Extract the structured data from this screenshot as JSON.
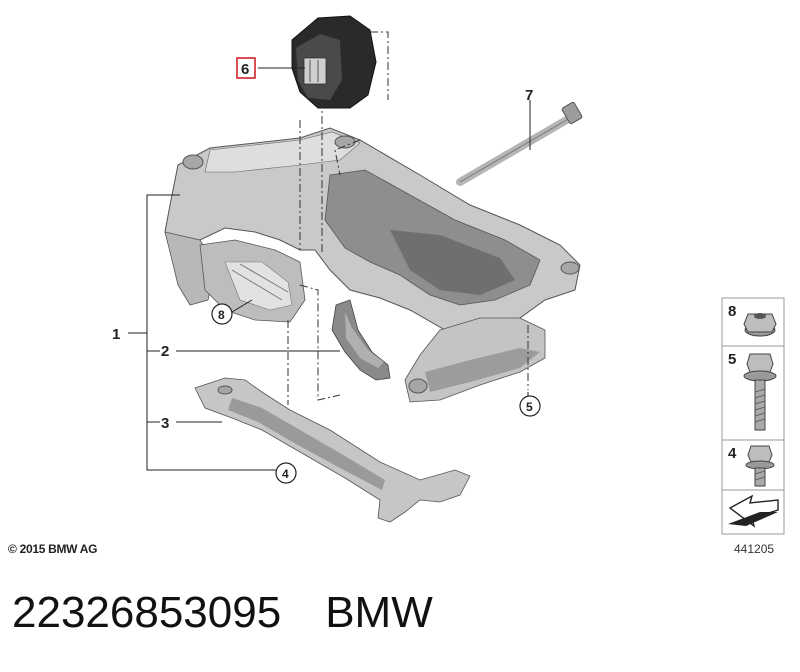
{
  "diagram": {
    "callouts": {
      "p1": "1",
      "p2": "2",
      "p3": "3",
      "p4": "4",
      "p5": "5",
      "p6": "6",
      "p7": "7",
      "p8": "8"
    },
    "legend": [
      {
        "number": "8",
        "icon": "hex-flange-nut-icon"
      },
      {
        "number": "5",
        "icon": "flange-bolt-icon"
      },
      {
        "number": "4",
        "icon": "short-bolt-icon"
      }
    ],
    "colors": {
      "part_fill": "#c9c9c9",
      "part_dark": "#8e8e8e",
      "part_shadow": "#6f6f6f",
      "mount_black": "#2a2a2a",
      "highlight_red": "#d2232a",
      "legend_border": "#9a9a9a"
    }
  },
  "copyright": "© 2015 BMW AG",
  "diagram_number": "441205",
  "caption": {
    "part_number": "22326853095",
    "brand": "BMW"
  }
}
